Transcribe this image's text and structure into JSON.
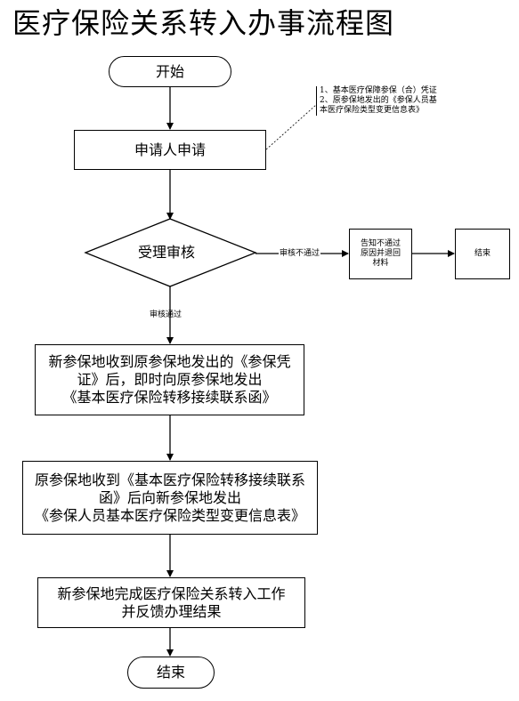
{
  "title": "医疗保险关系转入办事流程图",
  "nodes": {
    "start": "开始",
    "apply": "申请人申请",
    "review": "受理审核",
    "notify": [
      "告知不通过",
      "原因并退回",
      "材料"
    ],
    "end_reject": "结束",
    "step1": [
      "新参保地收到原参保地发出的《参保凭",
      "证》后，即时向原参保地发出",
      "《基本医疗保险转移接续联系函》"
    ],
    "step2": [
      "原参保地收到《基本医疗保险转移接续联系",
      "函》后向新参保地发出",
      "《参保人员基本医疗保险类型变更信息表》"
    ],
    "step3": [
      "新参保地完成医疗保险关系转入工作",
      "并反馈办理结果"
    ],
    "end": "结束"
  },
  "edge_labels": {
    "rejected": "审核不通过",
    "approved": "审核通过"
  },
  "note": [
    "1、基本医疗保障参保（合）凭证",
    "2、原参保地发出的《参保人员基",
    "本医疗保险类型变更信息表》"
  ]
}
